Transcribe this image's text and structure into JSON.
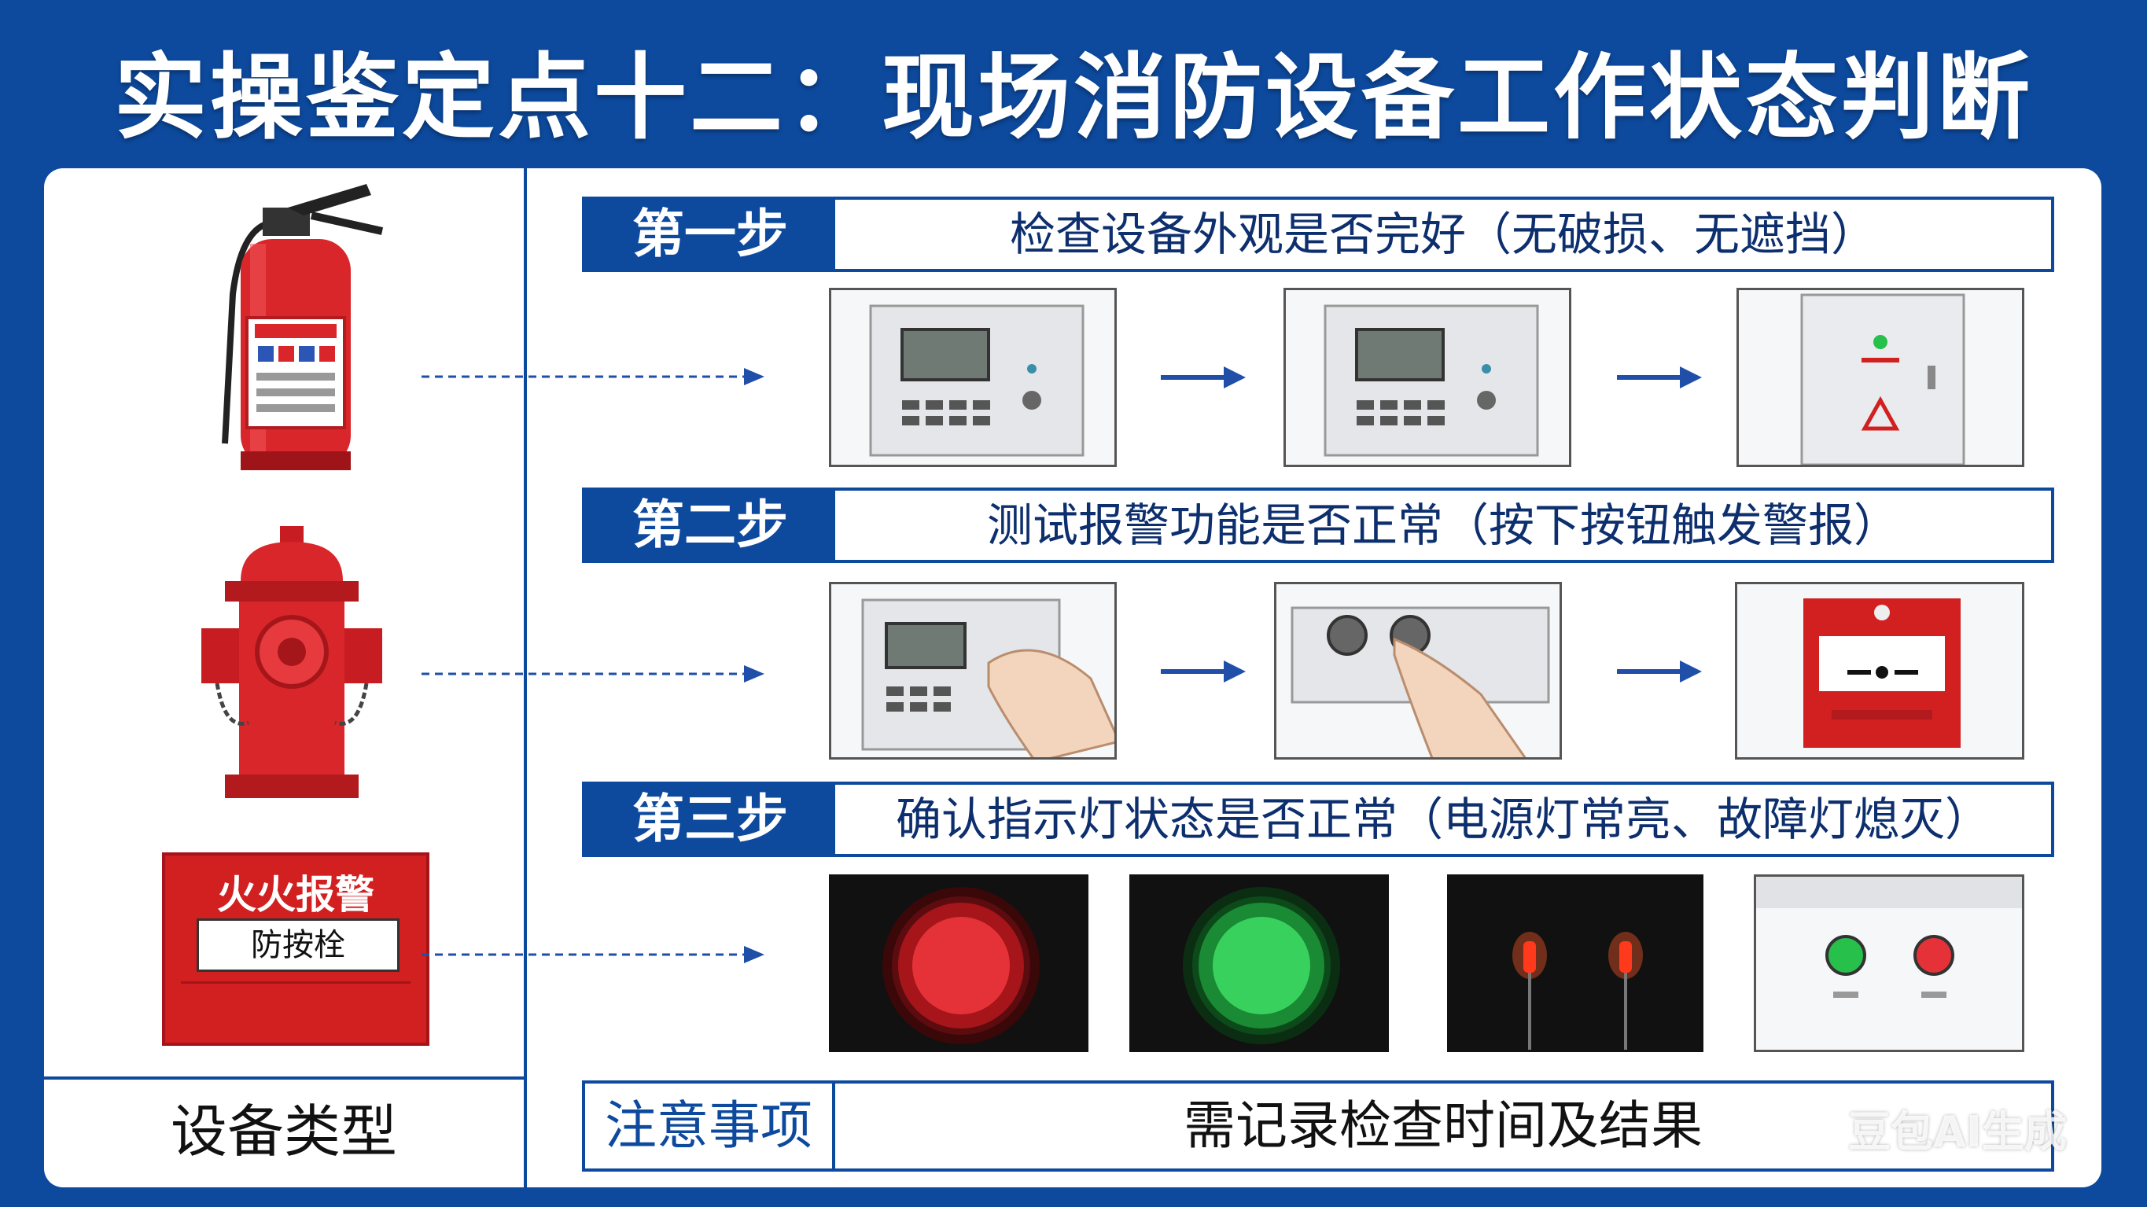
{
  "title": "实操鉴定点十二：现场消防设备工作状态判断",
  "equipment": {
    "label": "设备类型",
    "alarm_box": {
      "top_text": "火火报警",
      "plate_text": "防按栓"
    }
  },
  "steps": [
    {
      "tag": "第一步",
      "description": "检查设备外观是否完好（无破损、无遮挡）"
    },
    {
      "tag": "第二步",
      "description": "测试报警功能是否正常（按下按钮触发警报）"
    },
    {
      "tag": "第三步",
      "description": "确认指示灯状态是否正常（电源灯常亮、故障灯熄灭）"
    }
  ],
  "note": {
    "tag": "注意事项",
    "text": "需记录检查时间及结果"
  },
  "watermark": "豆包AI生成",
  "colors": {
    "brand_blue": "#0d4a9e",
    "alarm_red": "#d21f1f",
    "indicator_green": "#26c04a"
  }
}
